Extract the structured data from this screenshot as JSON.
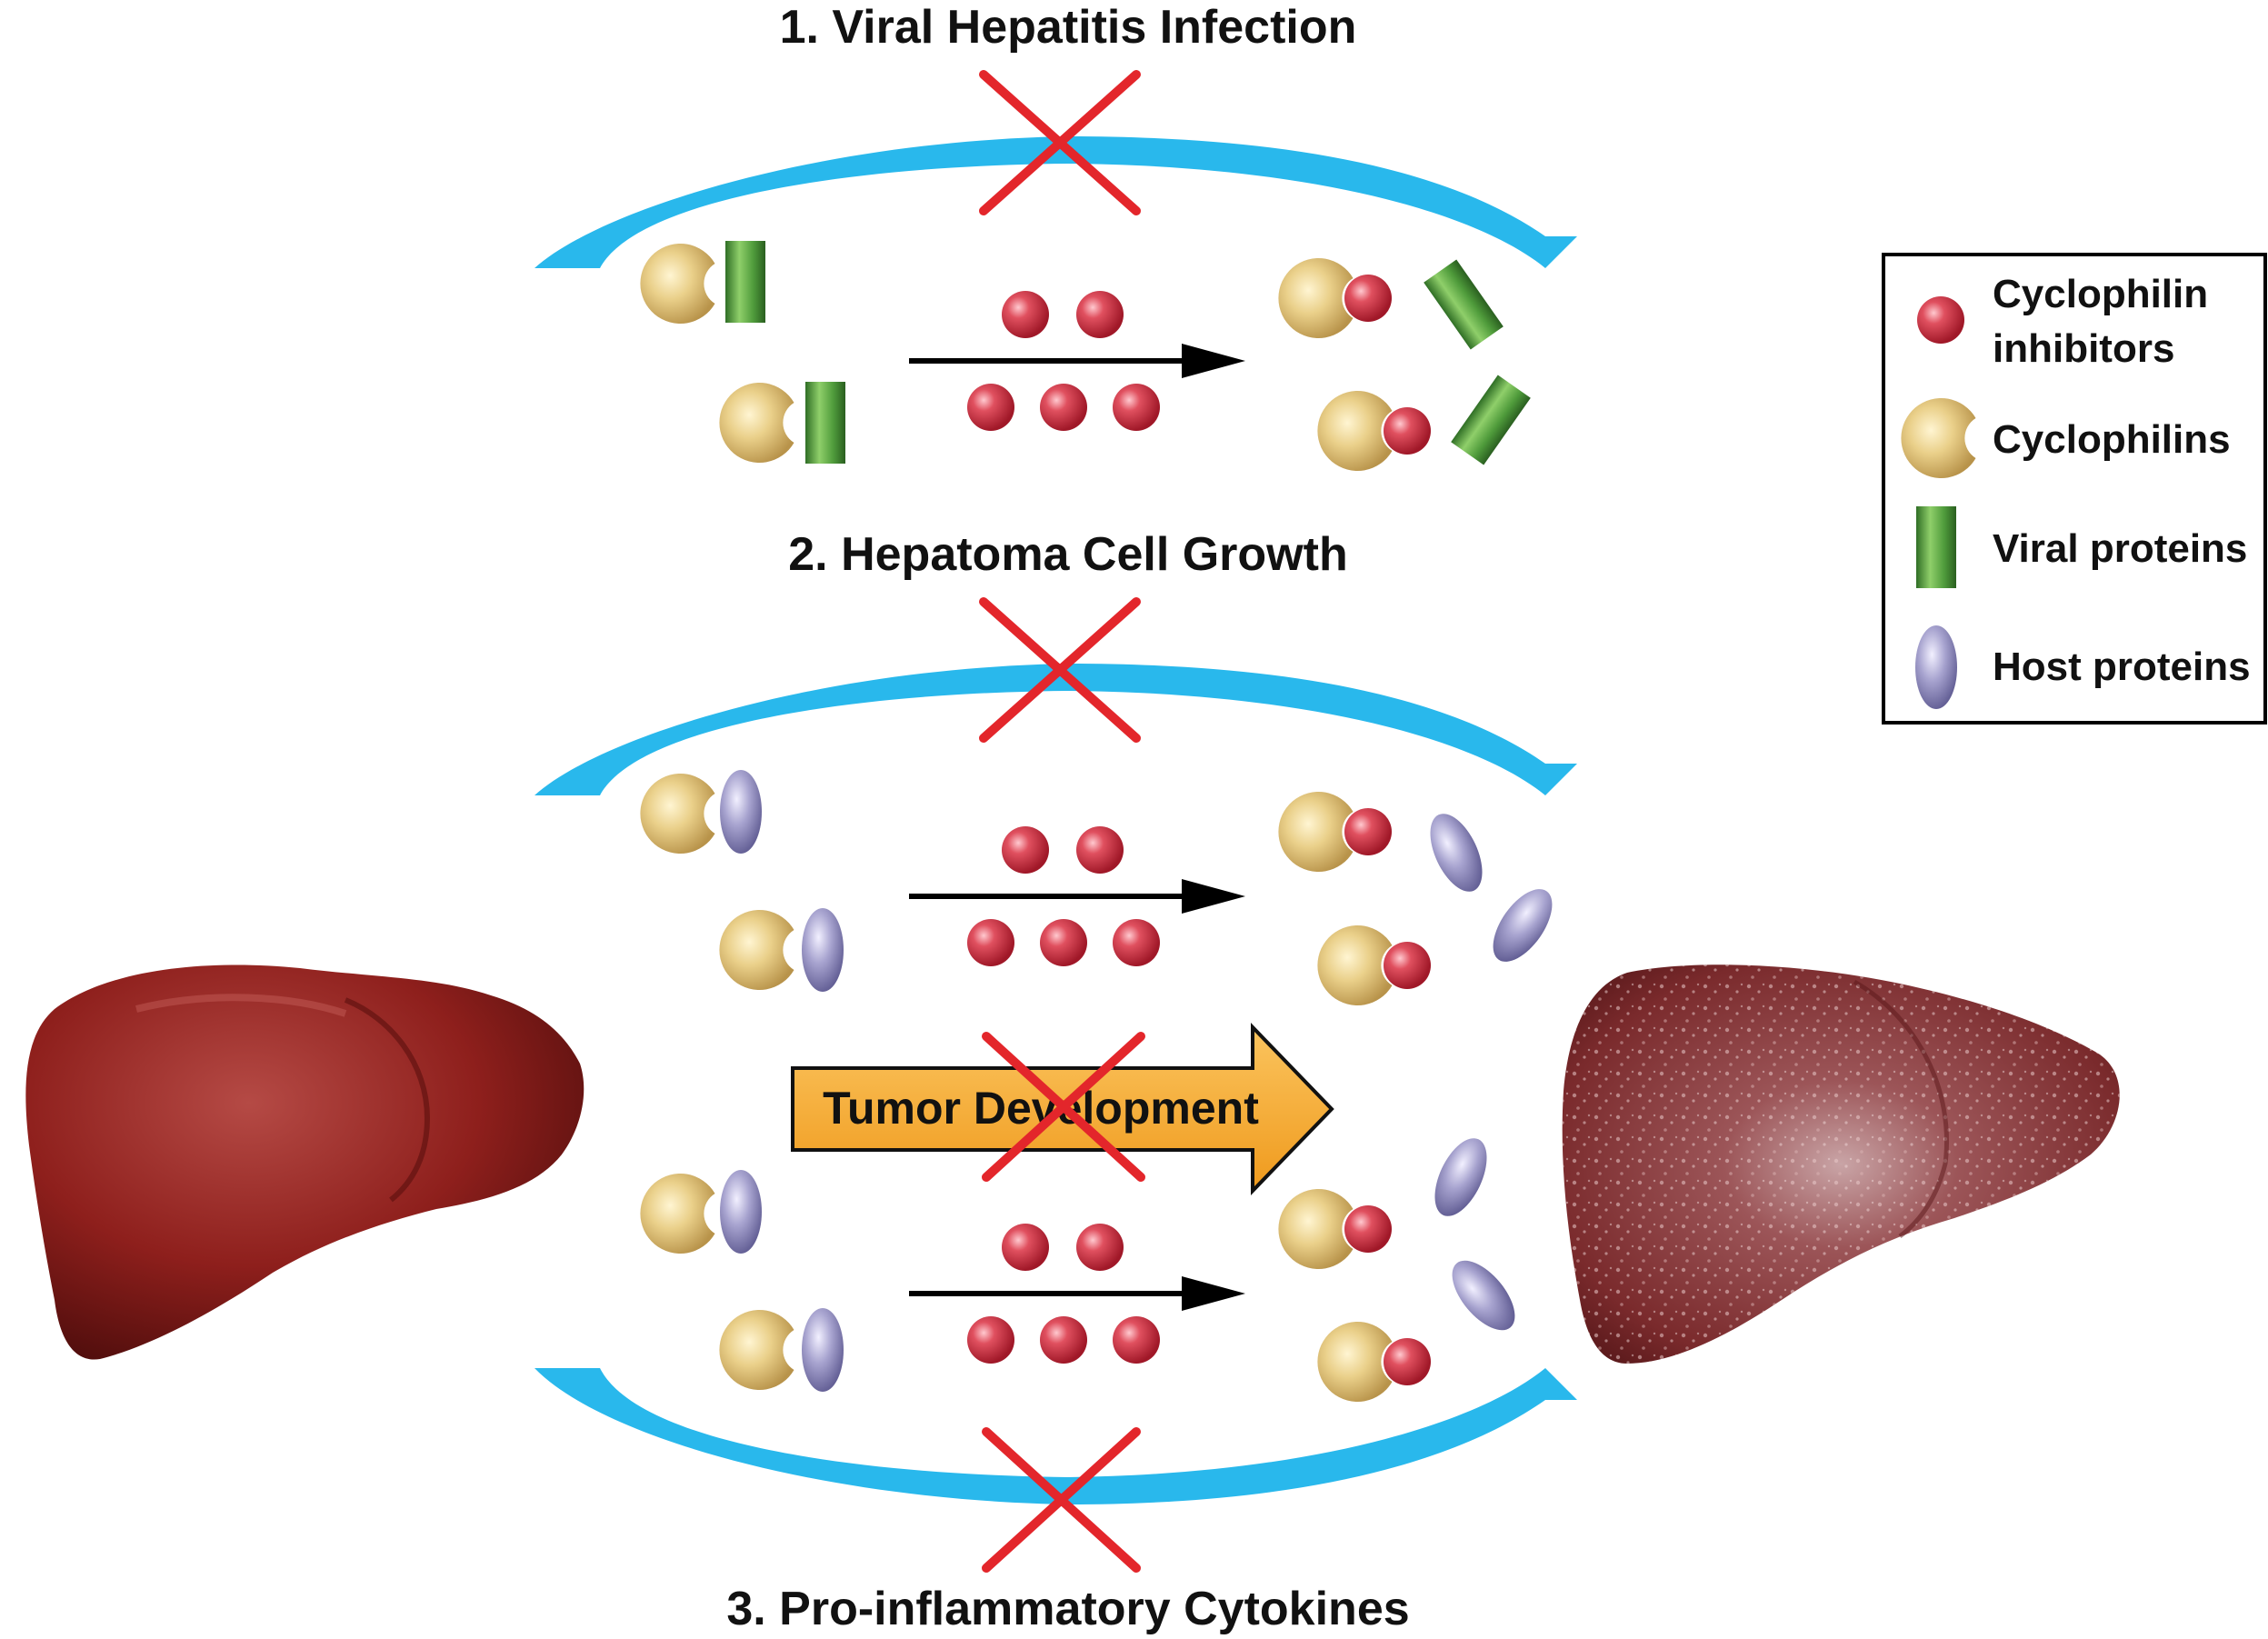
{
  "sections": [
    {
      "title": "1. Viral Hepatitis Infection"
    },
    {
      "title": "2. Hepatoma Cell Growth"
    },
    {
      "title": "3. Pro-inflammatory Cytokines"
    }
  ],
  "center_arrow": {
    "label": "Tumor Development",
    "blocked": true
  },
  "legend": {
    "items": [
      {
        "label_line1": "Cyclophilin",
        "label_line2": "inhibitors",
        "icon": "red-sphere-icon"
      },
      {
        "label_line1": "Cyclophilins",
        "label_line2": "",
        "icon": "cyclophilin-crescent-icon"
      },
      {
        "label_line1": "Viral proteins",
        "label_line2": "",
        "icon": "green-cylinder-icon"
      },
      {
        "label_line1": "Host proteins",
        "label_line2": "",
        "icon": "purple-oval-icon"
      }
    ]
  },
  "colors": {
    "blue_arrow": "#29b8ec",
    "red_x": "#e3262b",
    "orange_arrow": "#f7a733",
    "inhibitor": "#d94453",
    "cyclophilin": "#e5c97a",
    "viral_protein": "#4f9b3b",
    "host_protein": "#9a96c4",
    "liver_healthy": "#8e1f1c",
    "liver_diseased": "#7a2a2c"
  }
}
